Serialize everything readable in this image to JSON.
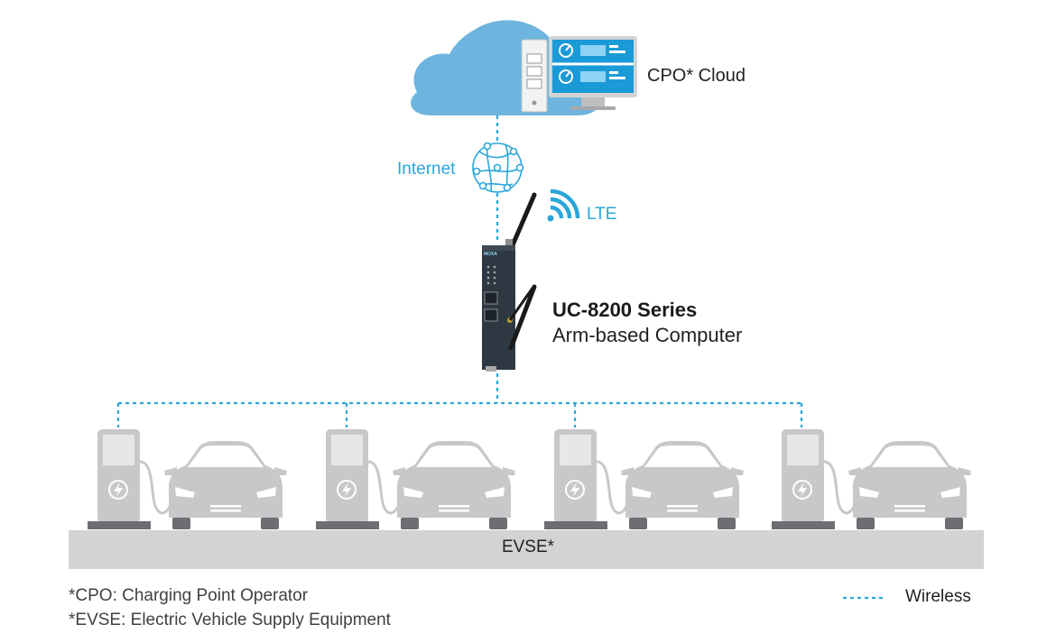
{
  "cloud": {
    "label": "CPO* Cloud"
  },
  "internet": {
    "label": "Internet"
  },
  "lte": {
    "label": "LTE"
  },
  "device": {
    "title": "UC-8200 Series",
    "subtitle": "Arm-based Computer",
    "brand_text": "MOXA"
  },
  "evse": {
    "label": "EVSE*",
    "station_count": 4
  },
  "footnotes": [
    "*CPO: Charging Point Operator",
    "*EVSE: Electric Vehicle Supply Equipment"
  ],
  "legend": {
    "label": "Wireless"
  },
  "colors": {
    "accent_blue": "#2aa6d9",
    "cloud_blue": "#6db5de",
    "device_dark": "#2e3842",
    "gray_light": "#c7c8ca",
    "gray_dark": "#6d6e71"
  }
}
